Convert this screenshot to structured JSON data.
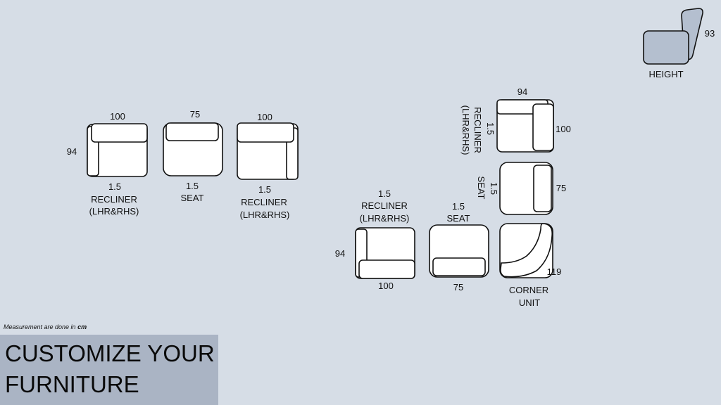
{
  "top_row": {
    "left_recliner": {
      "width": "100",
      "depth": "94",
      "size": "1.5",
      "name": "RECLINER",
      "variant": "(LHR&RHS)"
    },
    "seat": {
      "width": "75",
      "size": "1.5",
      "name": "SEAT"
    },
    "right_recliner": {
      "width": "100",
      "size": "1.5",
      "name": "RECLINER",
      "variant": "(LHR&RHS)"
    }
  },
  "l_layout": {
    "vertical_recliner": {
      "depth": "94",
      "width": "100",
      "size": "1.5",
      "name": "RECLINER",
      "variant": "(LHR&RHS)"
    },
    "vertical_seat": {
      "width": "75",
      "size": "1.5",
      "name": "SEAT"
    },
    "corner_unit": {
      "width": "119",
      "name": "CORNER",
      "name_line2": "UNIT"
    },
    "bottom_seat": {
      "width": "75",
      "size": "1.5",
      "name": "SEAT"
    },
    "bottom_recliner": {
      "depth": "94",
      "width": "100",
      "size": "1.5",
      "name": "RECLINER",
      "variant": "(LHR&RHS)"
    }
  },
  "height_indicator": {
    "label": "HEIGHT",
    "value": "93"
  },
  "footer": {
    "note_prefix": "Measurement are done in ",
    "note_unit": "cm",
    "title_line1": "CUSTOMIZE YOUR",
    "title_line2": "FURNITURE"
  }
}
